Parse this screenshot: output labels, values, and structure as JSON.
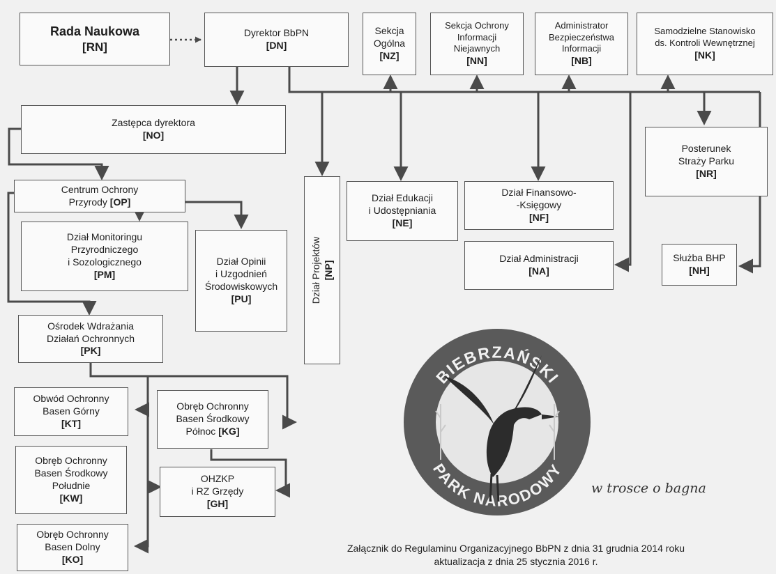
{
  "units": {
    "rn": {
      "name": "Rada Naukowa",
      "code": "[RN]"
    },
    "dn": {
      "name": "Dyrektor BbPN",
      "code": "[DN]"
    },
    "nz": {
      "line1": "Sekcja",
      "line2": "Ogólna",
      "code": "[NZ]"
    },
    "nn": {
      "line1": "Sekcja Ochrony",
      "line2": "Informacji",
      "line3": "Niejawnych",
      "code": "[NN]"
    },
    "nb": {
      "line1": "Administrator",
      "line2": "Bezpieczeństwa",
      "line3": "Informacji",
      "code": "[NB]"
    },
    "nk": {
      "line1": "Samodzielne Stanowisko",
      "line2": "ds. Kontroli Wewnętrznej",
      "code": "[NK]"
    },
    "no": {
      "name": "Zastępca dyrektora",
      "code": "[NO]"
    },
    "nr": {
      "line1": "Posterunek",
      "line2": "Straży Parku",
      "code": "[NR]"
    },
    "op": {
      "line1": "Centrum Ochrony",
      "line2": "Przyrody",
      "code": "[OP]"
    },
    "pm": {
      "line1": "Dział Monitoringu",
      "line2": "Przyrodniczego",
      "line3": "i Sozologicznego",
      "code": "[PM]"
    },
    "pu": {
      "line1": "Dział Opinii",
      "line2": "i Uzgodnień",
      "line3": "Środowiskowych",
      "code": "[PU]"
    },
    "np": {
      "name": "Dział Projektów",
      "code": "[NP]"
    },
    "ne": {
      "line1": "Dział Edukacji",
      "line2": "i Udostępniania",
      "code": "[NE]"
    },
    "nf": {
      "line1": "Dział Finansowo-",
      "line2": "-Księgowy",
      "code": "[NF]"
    },
    "na": {
      "name": "Dział Administracji",
      "code": "[NA]"
    },
    "nh": {
      "name": "Służba BHP",
      "code": "[NH]"
    },
    "pk": {
      "line1": "Ośrodek Wdrażania",
      "line2": "Działań Ochronnych",
      "code": "[PK]"
    },
    "kt": {
      "line1": "Obwód Ochronny",
      "line2": "Basen Górny",
      "code": "[KT]"
    },
    "kg": {
      "line1": "Obręb Ochronny",
      "line2": "Basen Środkowy",
      "line3": "Północ",
      "code": "[KG]"
    },
    "kw": {
      "line1": "Obręb Ochronny",
      "line2": "Basen Środkowy",
      "line3": "Południe",
      "code": "[KW]"
    },
    "gh": {
      "line1": "OHZKP",
      "line2": "i RZ Grzędy",
      "code": "[GH]"
    },
    "ko": {
      "line1": "Obręb Ochronny",
      "line2": "Basen Dolny",
      "code": "[KO]"
    }
  },
  "logo": {
    "top_text": "BIEBRZAŃSKI",
    "bottom_text": "PARK NARODOWY"
  },
  "slogan": "w trosce o bagna",
  "footer": {
    "line1": "Załącznik do Regulaminu Organizacyjnego BbPN z dnia 31 grudnia 2014 roku",
    "line2": "aktualizacja z dnia 25 stycznia 2016 r."
  },
  "colors": {
    "line": "#4a4a4a",
    "box_border": "#555555",
    "logo_dark": "#2c2c2c",
    "logo_ring": "#5a5a5a"
  }
}
